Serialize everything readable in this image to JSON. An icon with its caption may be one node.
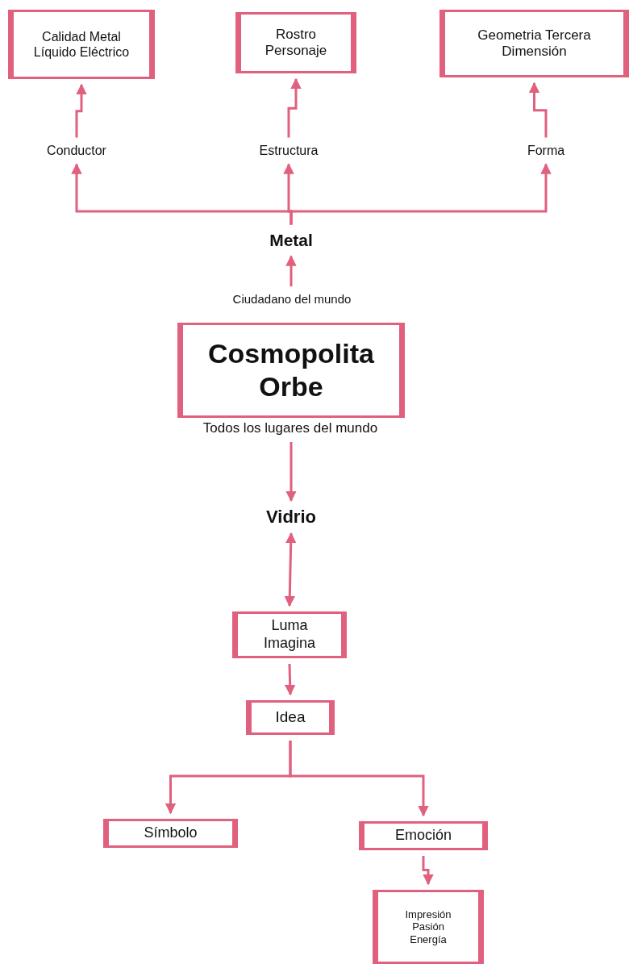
{
  "diagram": {
    "nodes": [
      {
        "text": [
          "Calidad Metal Líquido Eléctrico"
        ]
      },
      {
        "text": [
          "Rostro Personaje"
        ]
      },
      {
        "text": [
          "Geometria Tercera Dimensión"
        ]
      },
      {
        "text": [
          "Conductor"
        ]
      },
      {
        "text": [
          "Estructura"
        ]
      },
      {
        "text": [
          "Forma"
        ]
      },
      {
        "text": [
          "Metal"
        ]
      },
      {
        "text": [
          "Cosmopolita Orbe"
        ],
        "beside": [
          "Ciudadano del mundo",
          "Todos los lugares del mundo"
        ]
      },
      {
        "text": [
          "Vidrio"
        ]
      },
      {
        "text": [
          "Luma Imagina"
        ]
      },
      {
        "text": [
          "Idea"
        ]
      },
      {
        "text": [
          "Símbolo"
        ]
      },
      {
        "text": [
          "Emoción"
        ]
      },
      {
        "text": [
          "Impresión Pasión Energía"
        ]
      }
    ],
    "edges": [
      {
        "from": 3,
        "to": 0,
        "arrow": "to"
      },
      {
        "from": 4,
        "to": 1,
        "arrow": "to"
      },
      {
        "from": 5,
        "to": 2,
        "arrow": "to"
      },
      {
        "from": 6,
        "to": 3,
        "arrow": "to"
      },
      {
        "from": 6,
        "to": 4,
        "arrow": "to"
      },
      {
        "from": 6,
        "to": 5,
        "arrow": "to"
      },
      {
        "from": 7,
        "to": 6,
        "arrow": "to"
      },
      {
        "from": 7,
        "to": 8,
        "arrow": "to"
      },
      {
        "from": 8,
        "to": 9,
        "arrow": "both"
      },
      {
        "from": 9,
        "to": 10,
        "arrow": "to"
      },
      {
        "from": 10,
        "to": 11,
        "arrow": "to"
      },
      {
        "from": 10,
        "to": 12,
        "arrow": "to"
      },
      {
        "from": 12,
        "to": 13,
        "arrow": "to"
      }
    ]
  }
}
